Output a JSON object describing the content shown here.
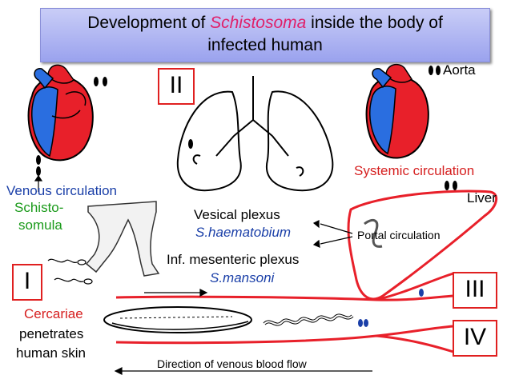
{
  "title": {
    "before": "Development of ",
    "italic": "Schistosoma",
    "after": " inside the body of",
    "line2": "infected human"
  },
  "stages": {
    "I": "I",
    "II": "II",
    "III": "III",
    "IV": "IV"
  },
  "labels": {
    "aorta": "Aorta",
    "systemic_circulation": "Systemic circulation",
    "venous_circulation": "Venous circulation",
    "liver": "Liver",
    "schistosomula_line1": "Schisto-",
    "schistosomula_line2": "somula",
    "vesical_plexus": "Vesical plexus",
    "s_haematobium": "S.haematobium",
    "inf_mesenteric_plexus": "Inf. mesenteric plexus",
    "s_mansoni": "S.mansoni",
    "portal_circulation": "Portal circulation",
    "cercariae_line1": "Cercariae",
    "cercariae_line2": "penetrates",
    "cercariae_line3": "human skin",
    "direction_flow": "Direction of venous blood flow"
  },
  "colors": {
    "red": "#d62020",
    "blue": "#1a3fa8",
    "green": "#1a9a1a",
    "pink": "#e0206a",
    "heart_red": "#e8202a",
    "heart_blue": "#2a6ee0"
  }
}
